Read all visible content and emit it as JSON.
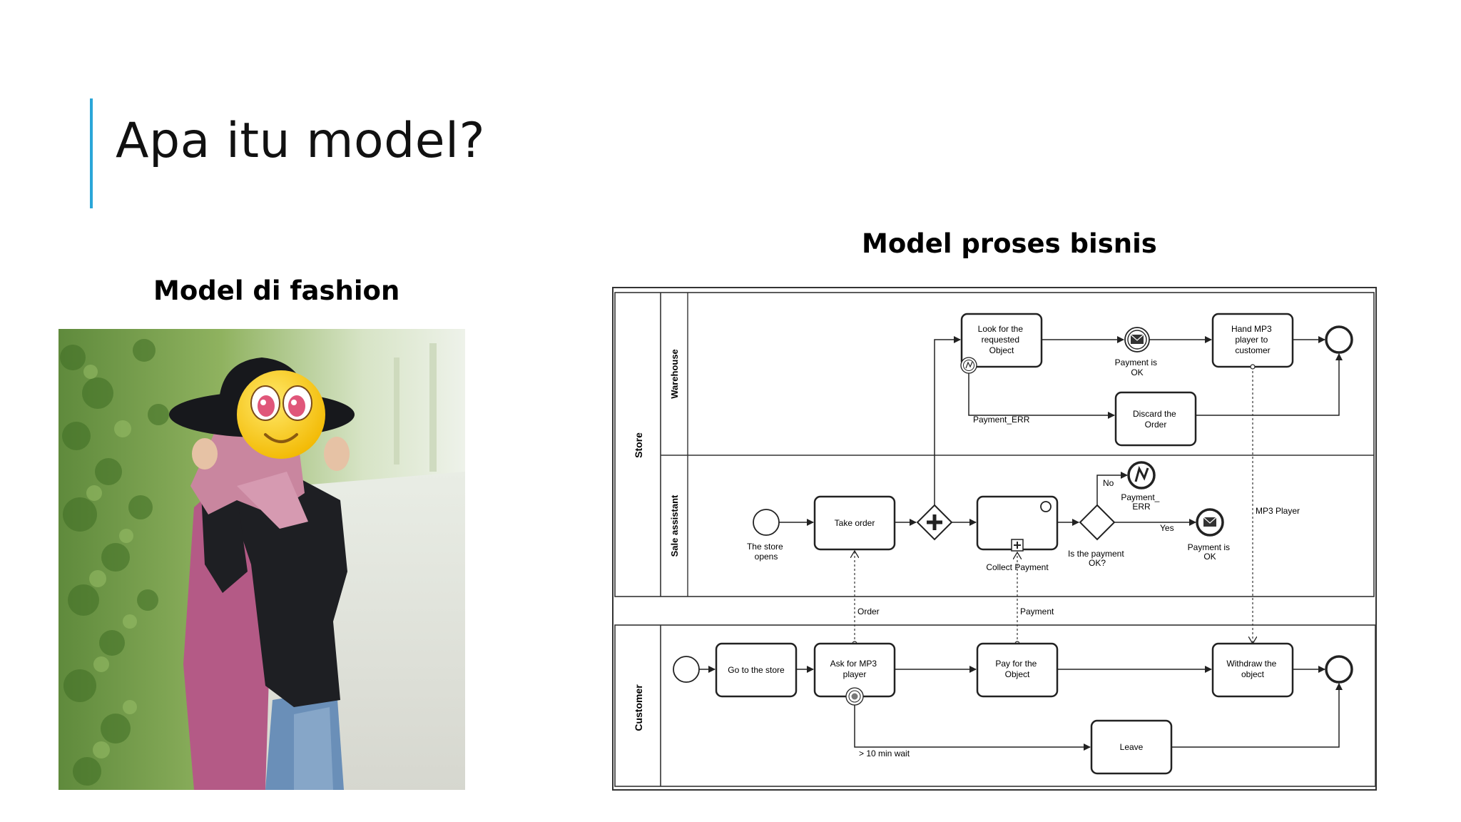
{
  "slide": {
    "title": "Apa itu model?",
    "accent_color": "#2aa6d8"
  },
  "fashion": {
    "caption": "Model di fashion"
  },
  "bpmn": {
    "caption": "Model proses bisnis",
    "pools": {
      "store": "Store",
      "customer": "Customer"
    },
    "lanes": {
      "warehouse": "Warehouse",
      "sale_assistant": "Sale assistant"
    },
    "tasks": {
      "look_for_object": [
        "Look for the",
        "requested",
        "Object"
      ],
      "hand_mp3": [
        "Hand MP3",
        "player to",
        "customer"
      ],
      "discard_order": [
        "Discard the",
        "Order"
      ],
      "take_order": [
        "Take order"
      ],
      "go_to_store": [
        "Go to the store"
      ],
      "ask_for_mp3": [
        "Ask for MP3",
        "player"
      ],
      "pay_for_object": [
        "Pay for the",
        "Object"
      ],
      "withdraw_object": [
        "Withdraw the",
        "object"
      ],
      "leave": [
        "Leave"
      ]
    },
    "labels": {
      "payment_ok_top": [
        "Payment is",
        "OK"
      ],
      "payment_err_flow": "Payment_ERR",
      "store_opens": [
        "The store",
        "opens"
      ],
      "collect_payment": "Collect  Payment",
      "is_payment_ok": [
        "Is the payment",
        "OK?"
      ],
      "no": "No",
      "yes": "Yes",
      "payment_err_event": [
        "Payment_",
        "ERR"
      ],
      "payment_ok_mid": [
        "Payment is",
        "OK"
      ],
      "mp3_player": "MP3 Player",
      "order_msg": "Order",
      "payment_msg": "Payment",
      "wait": "> 10 min wait"
    }
  }
}
